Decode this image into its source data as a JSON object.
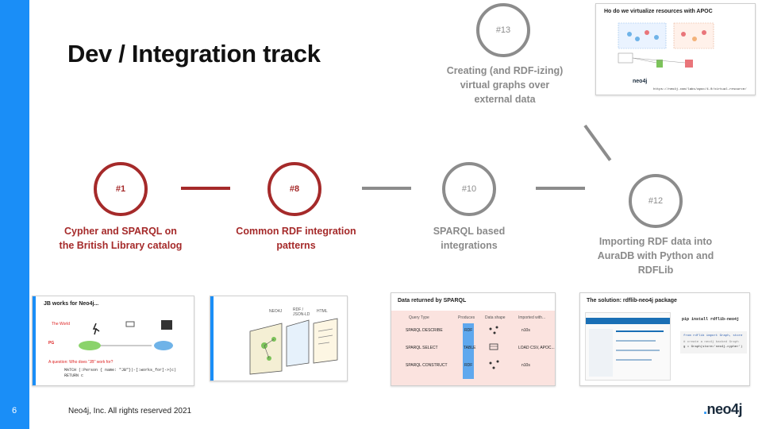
{
  "slide": {
    "number": "6",
    "title": "Dev / Integration track",
    "footer": "Neo4j, Inc. All rights reserved 2021",
    "logo": "neo4j"
  },
  "colors": {
    "accent_blue": "#1a8ef7",
    "done_red": "#a52a2a",
    "todo_grey": "#8c8c8c"
  },
  "milestones": [
    {
      "id": "#1",
      "label": "Cypher and SPARQL on the British Library catalog",
      "status": "red"
    },
    {
      "id": "#8",
      "label": "Common RDF integration patterns",
      "status": "red"
    },
    {
      "id": "#10",
      "label": "SPARQL based integrations",
      "status": "grey"
    },
    {
      "id": "#12",
      "label": "Importing RDF data into AuraDB with Python and RDFLib",
      "status": "grey"
    },
    {
      "id": "#13",
      "label": "Creating (and RDF-izing) virtual graphs over external data",
      "status": "grey"
    }
  ],
  "thumbnails": {
    "jb": {
      "title": "JB works for Neo4j...",
      "the_world": "The World",
      "pg": "PG",
      "question": "A question: Who does \"JB\" work for?",
      "query_line1": "MATCH (:Person { name: \"JB\"})-[:works_for]->(c)",
      "query_line2": "RETURN c"
    },
    "rdf_patterns": {
      "neo4j": "NEO4J",
      "rdf": "RDF / JSON-LD",
      "html": "HTML"
    },
    "sparql": {
      "title": "Data returned by SPARQL",
      "col_query_type": "Query Type",
      "col_produces": "Produces",
      "col_data_shape": "Data shape",
      "col_imported_with": "Imported with...",
      "rows": [
        {
          "query": "SPARQL DESCRIBE",
          "produces": "RDF",
          "imported": "n10s"
        },
        {
          "query": "SPARQL SELECT",
          "produces": "TABLE",
          "imported": "LOAD CSV, APOC..."
        },
        {
          "query": "SPARQL CONSTRUCT",
          "produces": "RDF",
          "imported": "n10s"
        }
      ]
    },
    "rdflib": {
      "title": "The solution: rdflib-neo4j package",
      "pip": "pip install rdflib-neo4j",
      "code1": "from rdflib import Graph, store",
      "code2": "# create a neo4j backed Graph",
      "code3": "g = Graph(store='neo4j-cypher')"
    },
    "apoc": {
      "title": "Ho do we virtualize resources with APOC",
      "url": "https://neo4j.com/labs/apoc/4.0/virtual-resource/",
      "logo": "neo4j"
    }
  }
}
